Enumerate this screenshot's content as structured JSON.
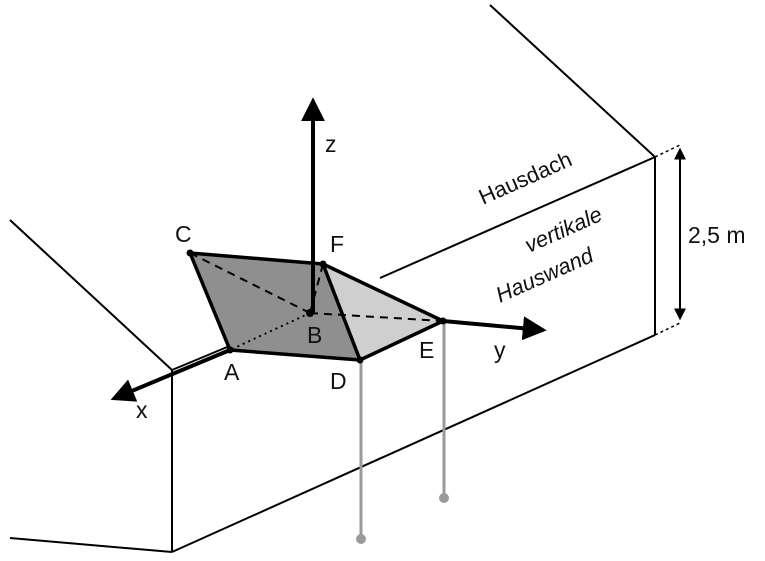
{
  "diagram": {
    "points": {
      "A": "A",
      "B": "B",
      "C": "C",
      "D": "D",
      "E": "E",
      "F": "F"
    },
    "axes": {
      "x": "x",
      "y": "y",
      "z": "z"
    },
    "labels": {
      "roof": "Hausdach",
      "wall_line1": "vertikale",
      "wall_line2": "Hauswand",
      "height": "2,5 m"
    },
    "colors": {
      "dark_face": "#8f8f8f",
      "light_face": "#cfcfcf",
      "support_rod": "#9a9a9a",
      "lines": "#000000"
    }
  }
}
